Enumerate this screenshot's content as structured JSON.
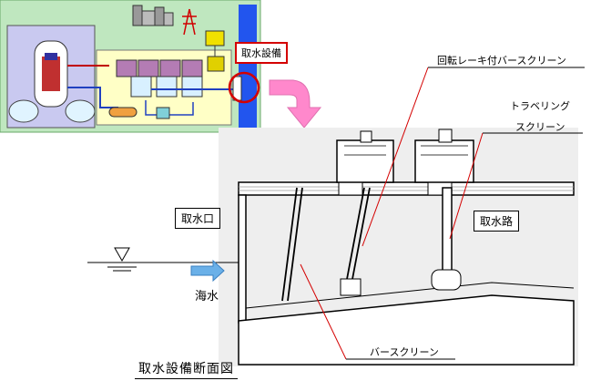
{
  "plant_overview": {
    "highlight_label": "取水設備",
    "colors": {
      "background": "#bfe7bf",
      "containment": "#c9c9f0",
      "turbine_area": "#ffffc6",
      "sea": "#2255ee",
      "highlight_ring": "#d40000",
      "arrow": "#ff88cc"
    }
  },
  "cross_section": {
    "intake_label": "取水口",
    "channel_label": "取水路",
    "seawater_label": "海水",
    "callouts": {
      "rotating_rake": "回転レーキ付バースクリーン",
      "traveling_line1": "トラベリング",
      "traveling_line2": "スクリーン",
      "bar_screen": "バースクリーン"
    },
    "caption": "取水設備断面図"
  },
  "icons": [
    "water-level-icon",
    "flow-arrow-icon",
    "pink-down-arrow-icon",
    "transmission-tower-icon"
  ]
}
